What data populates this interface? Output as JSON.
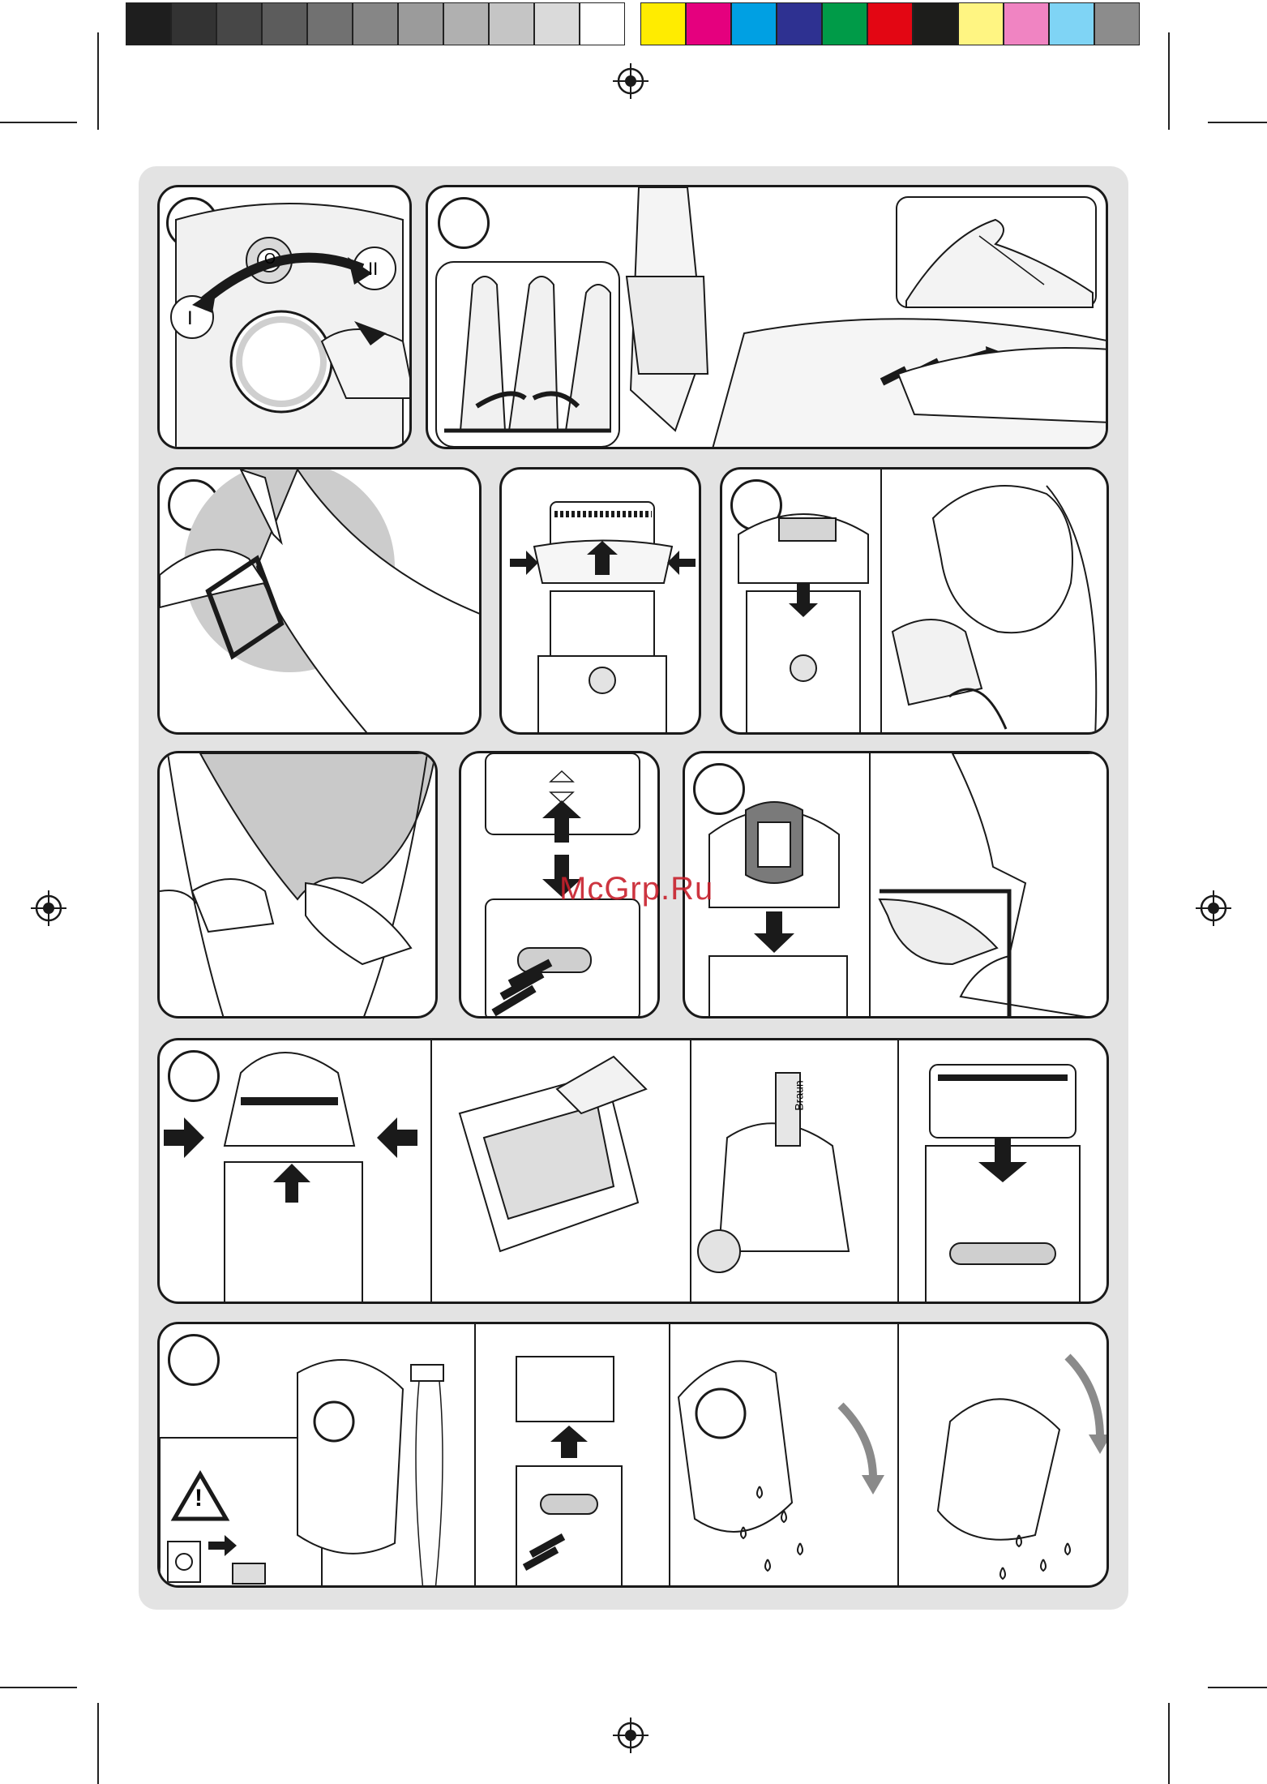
{
  "print_marks": {
    "grayscale_swatches": [
      "#1e1e1e",
      "#333333",
      "#474747",
      "#5c5c5c",
      "#717171",
      "#868686",
      "#9b9b9b",
      "#b0b0b0",
      "#c5c5c5",
      "#dadada",
      "#ffffff"
    ],
    "color_swatches": [
      "#ffec00",
      "#e5007e",
      "#00a0e3",
      "#2e3191",
      "#009b48",
      "#e30613",
      "#1d1d1b",
      "#fff582",
      "#f084c2",
      "#7fd4f5",
      "#8c8c8c"
    ]
  },
  "colors": {
    "page_background": "#e3e3e3",
    "panel_fill": "#ffffff",
    "line_art": "#1a1a1a",
    "shadow_gray": "#cfcfcf",
    "watermark": "#c8202c"
  },
  "watermark": {
    "text": "McGrp.Ru"
  },
  "panel_1": {
    "switch_labels": [
      "I",
      "O",
      "II"
    ]
  },
  "panel_9": {
    "brand_label": "Braun"
  },
  "warning": {
    "symbol": "!",
    "icon": "warning-triangle-icon"
  }
}
